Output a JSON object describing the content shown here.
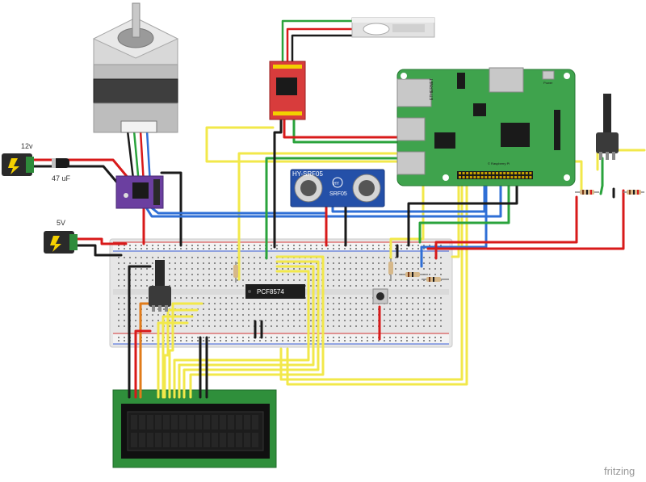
{
  "power_12v": {
    "label": "12v",
    "cap_label": "47 uF"
  },
  "power_5v": {
    "label": "5V"
  },
  "ultrasonic": {
    "label": "HY-SRF05",
    "center": "HY",
    "sub": "SRF05"
  },
  "io_expander": {
    "label": "PCF8574"
  },
  "raspberry_pi": {
    "ethernet": "ETHERNET",
    "power": "Power",
    "gpio_note": "© Raspberry Pi"
  },
  "watermark": {
    "text": "fritzing"
  },
  "colors": {
    "wire_red": "#d81a1a",
    "wire_black": "#1a1a1a",
    "wire_yellow": "#f2e84a",
    "wire_blue": "#2f6fd6",
    "wire_green": "#2aa33c",
    "wire_orange": "#e07b1a",
    "board_green": "#3fa34d",
    "lcd_green": "#2e8b3a",
    "breadboard": "#e8e8e8",
    "hx711_red": "#d83c3c",
    "driver_purple": "#6b3fa0",
    "sensor_blue": "#2450a8"
  }
}
